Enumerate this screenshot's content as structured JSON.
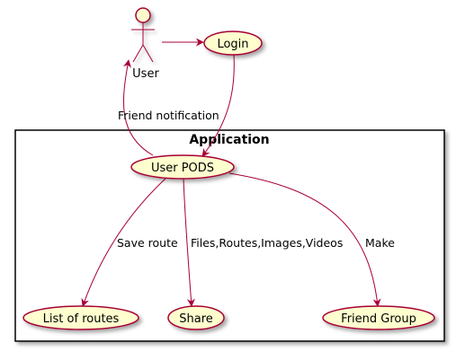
{
  "diagram": {
    "actor": {
      "label": "User"
    },
    "package": {
      "title": "Application"
    },
    "use_cases": {
      "login": "Login",
      "user_pods": "User PODS",
      "list_of_routes": "List of routes",
      "share": "Share",
      "friend_group": "Friend Group"
    },
    "edges": {
      "friend_notification": "Friend notification",
      "save_route": "Save route",
      "files": "Files,Routes,Images,Videos",
      "make": "Make"
    },
    "colors": {
      "use_case_fill": "#FEFECE",
      "stroke": "#A80036",
      "package_border": "#000000"
    }
  }
}
